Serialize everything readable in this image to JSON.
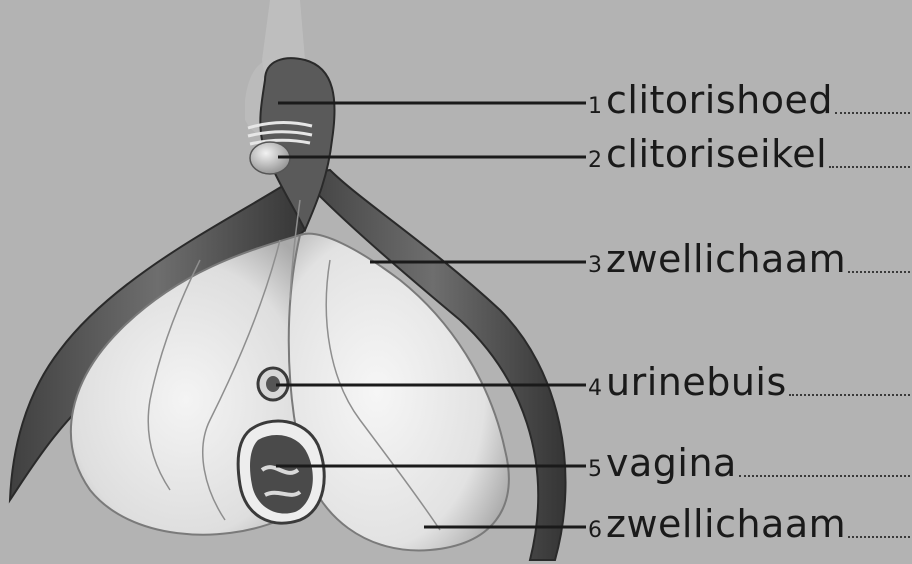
{
  "labels": [
    {
      "number": "1",
      "term": "clitorishoed"
    },
    {
      "number": "2",
      "term": "clitoriseikel"
    },
    {
      "number": "3",
      "term": "zwellichaam"
    },
    {
      "number": "4",
      "term": "urinebuis"
    },
    {
      "number": "5",
      "term": "vagina"
    },
    {
      "number": "6",
      "term": "zwellichaam"
    }
  ]
}
